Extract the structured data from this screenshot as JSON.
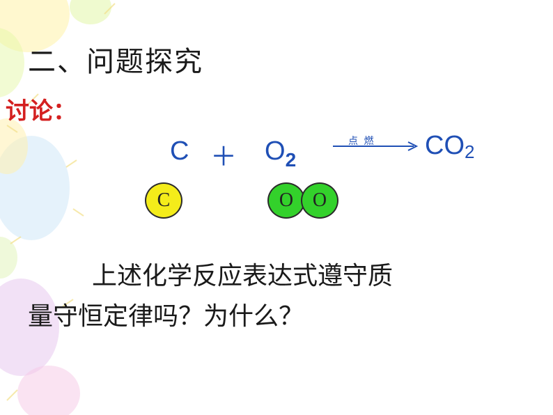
{
  "slide": {
    "title": "二、问题探究",
    "discuss_label": "讨论：",
    "equation": {
      "reactant1": "C",
      "plus": "＋",
      "reactant2": "O",
      "reactant2_sub": "2",
      "condition": "点 燃",
      "product": "CO",
      "product_sub": "2"
    },
    "atoms": {
      "carbon": "C",
      "oxygen1": "O",
      "oxygen2": "O"
    },
    "question_line1": "上述化学反应表达式遵守质",
    "question_line2": "量守恒定律吗？为什么？"
  },
  "colors": {
    "title": "#1a1a1a",
    "discuss": "#d42020",
    "equation": "#1f4fb5",
    "carbon_atom": "#f4ec1a",
    "oxygen_atom": "#33d12b"
  }
}
